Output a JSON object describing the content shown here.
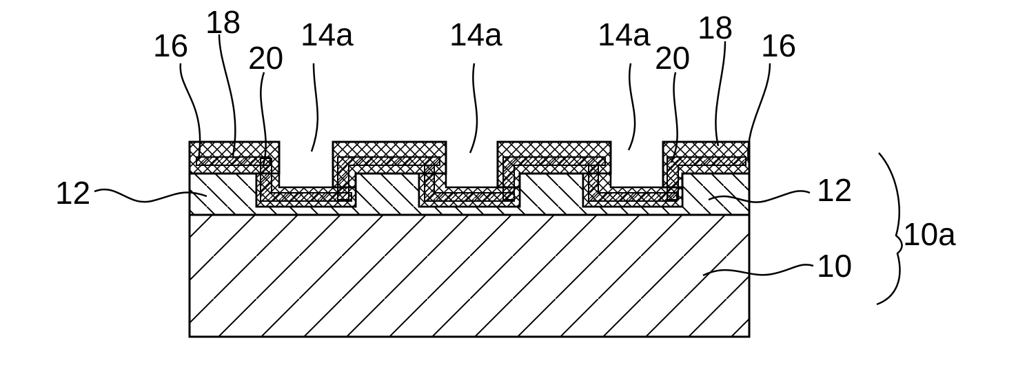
{
  "figure": {
    "labels": {
      "l16_left": "16",
      "l18_left": "18",
      "l20_left": "20",
      "l14a_1": "14a",
      "l14a_2": "14a",
      "l14a_3": "14a",
      "l20_right": "20",
      "l18_right": "18",
      "l16_right": "16",
      "l12_left": "12",
      "l12_right": "12",
      "l10": "10",
      "l10a": "10a"
    },
    "colors": {
      "ink": "#000000",
      "paper": "#ffffff"
    }
  }
}
